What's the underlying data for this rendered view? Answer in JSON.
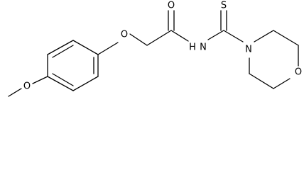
{
  "molecule": {
    "atoms": {
      "ring_oxygen": "O",
      "amide_oxygen": "O",
      "ether_oxygen": "O",
      "methoxy_oxygen": "O",
      "thione_sulfur": "S",
      "amide_nh": "H N",
      "amide_h": "H",
      "amide_n": "N",
      "morpholine_nitrogen": "N"
    }
  },
  "colors": {
    "bond": "#000000",
    "background": "#ffffff"
  }
}
